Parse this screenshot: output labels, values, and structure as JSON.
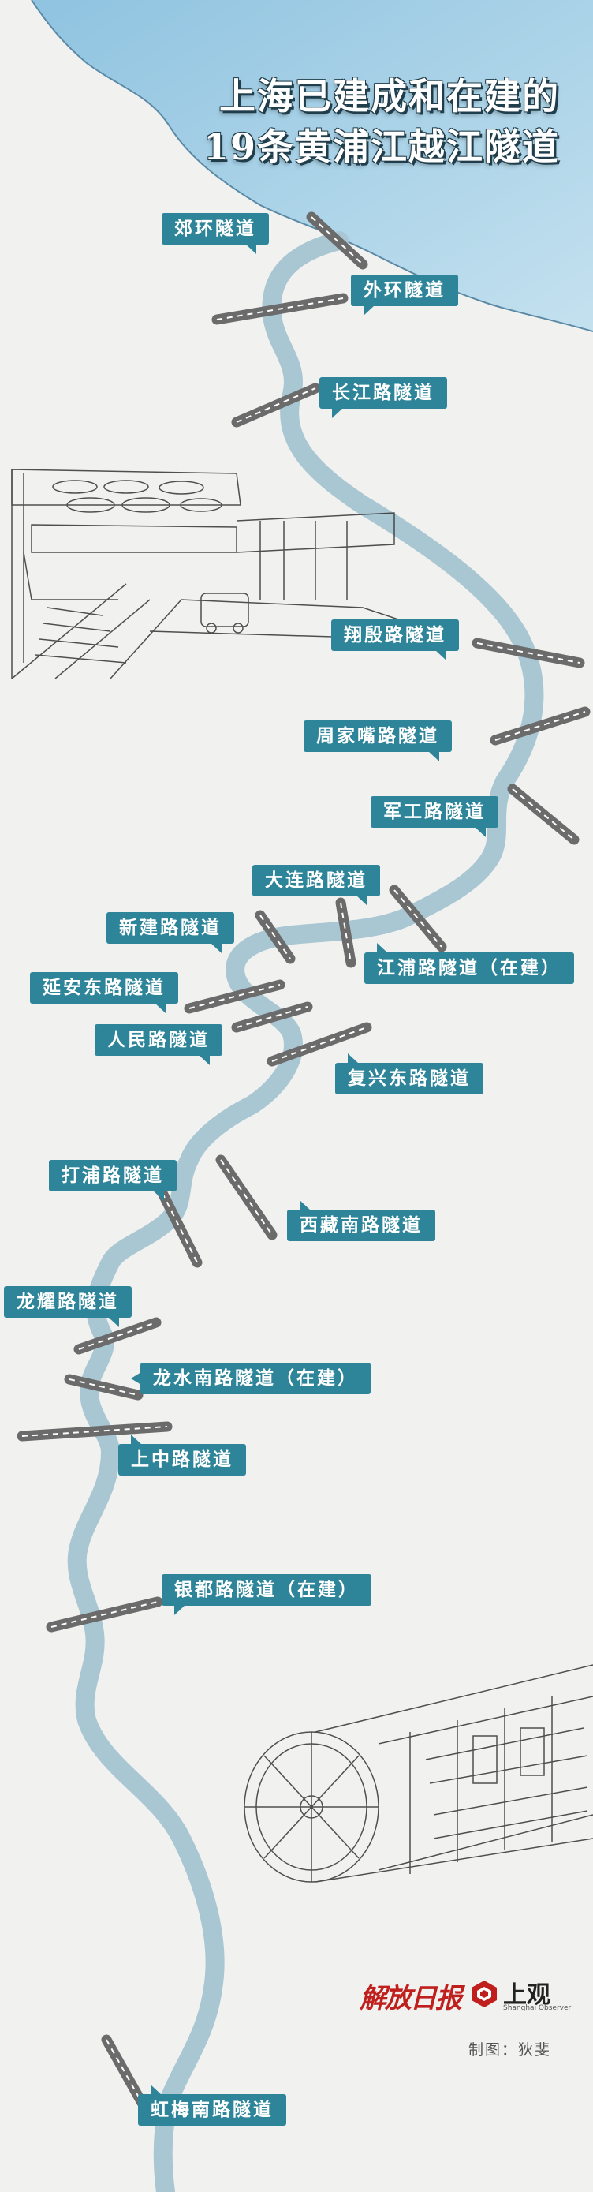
{
  "title": {
    "line1": "上海已建成和在建的",
    "line2": "19条黄浦江越江隧道"
  },
  "tunnels": [
    {
      "name": "郊环隧道"
    },
    {
      "name": "外环隧道"
    },
    {
      "name": "长江路隧道"
    },
    {
      "name": "翔殷路隧道"
    },
    {
      "name": "周家嘴路隧道"
    },
    {
      "name": "军工路隧道"
    },
    {
      "name": "大连路隧道"
    },
    {
      "name": "新建路隧道"
    },
    {
      "name": "江浦路隧道（在建）"
    },
    {
      "name": "延安东路隧道"
    },
    {
      "name": "人民路隧道"
    },
    {
      "name": "复兴东路隧道"
    },
    {
      "name": "打浦路隧道"
    },
    {
      "name": "西藏南路隧道"
    },
    {
      "name": "龙耀路隧道"
    },
    {
      "name": "龙水南路隧道（在建）"
    },
    {
      "name": "上中路隧道"
    },
    {
      "name": "银都路隧道（在建）"
    },
    {
      "name": "虹梅南路隧道"
    }
  ],
  "logos": {
    "jiefang": "解放日报",
    "shangguan": "上观",
    "shangguan_en": "Shanghai Observer"
  },
  "credit": "制图：狄斐",
  "colors": {
    "river": "#a9c6d3",
    "sea": "#a5cde4",
    "label_bg": "#2e8599",
    "tunnel": "#6b6b6b",
    "background": "#f1f1ef"
  }
}
